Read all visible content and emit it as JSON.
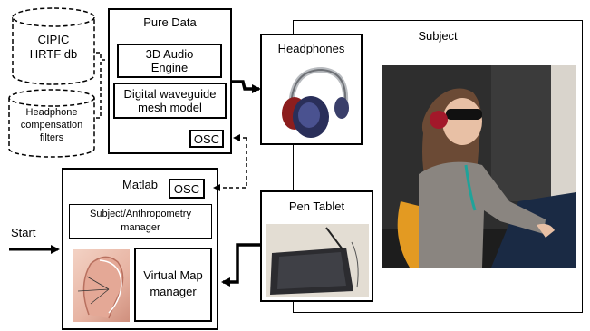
{
  "db": {
    "line1": "CIPIC",
    "line2": "HRTF db"
  },
  "hp_filters": {
    "line1": "Headphone",
    "line2": "compensation",
    "line3": "filters"
  },
  "pure_data": {
    "title": "Pure Data",
    "audio_engine": {
      "line1": "3D Audio",
      "line2": "Engine"
    },
    "waveguide": {
      "line1": "Digital waveguide",
      "line2": "mesh model"
    },
    "osc": "OSC"
  },
  "headphones": {
    "title": "Headphones"
  },
  "subject": {
    "title": "Subject"
  },
  "matlab": {
    "title": "Matlab",
    "osc": "OSC",
    "anthro": {
      "line1": "Subject/Anthropometry",
      "line2": "manager"
    },
    "vmap": {
      "line1": "Virtual Map",
      "line2": "manager"
    }
  },
  "pen_tablet": {
    "title": "Pen Tablet"
  },
  "start": "Start"
}
